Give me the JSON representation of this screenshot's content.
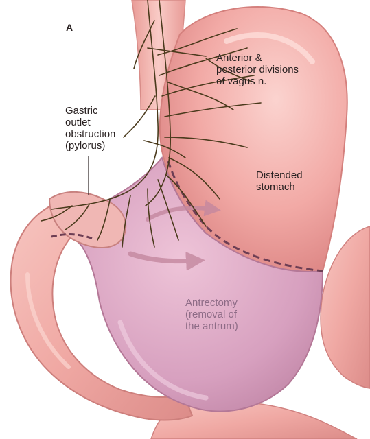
{
  "panel_letter": "A",
  "labels": {
    "vagus": [
      "Anterior &",
      "posterior divisions",
      "of vagus n."
    ],
    "obstruction": [
      "Gastric",
      "outlet",
      "obstruction",
      "(pylorus)"
    ],
    "stomach": [
      "Distended",
      "stomach"
    ],
    "antrectomy": [
      "Antrectomy",
      "(removal of",
      "the antrum)"
    ]
  },
  "colors": {
    "stomach_fill": "#f0a7a4",
    "antrum_fill": "#d9a0c0",
    "intestine_fill": "#f3b1ac",
    "nerve": "#4a3a1c",
    "cut_line": "#6d3e54",
    "antrectomy_text": "#8d6b86"
  }
}
